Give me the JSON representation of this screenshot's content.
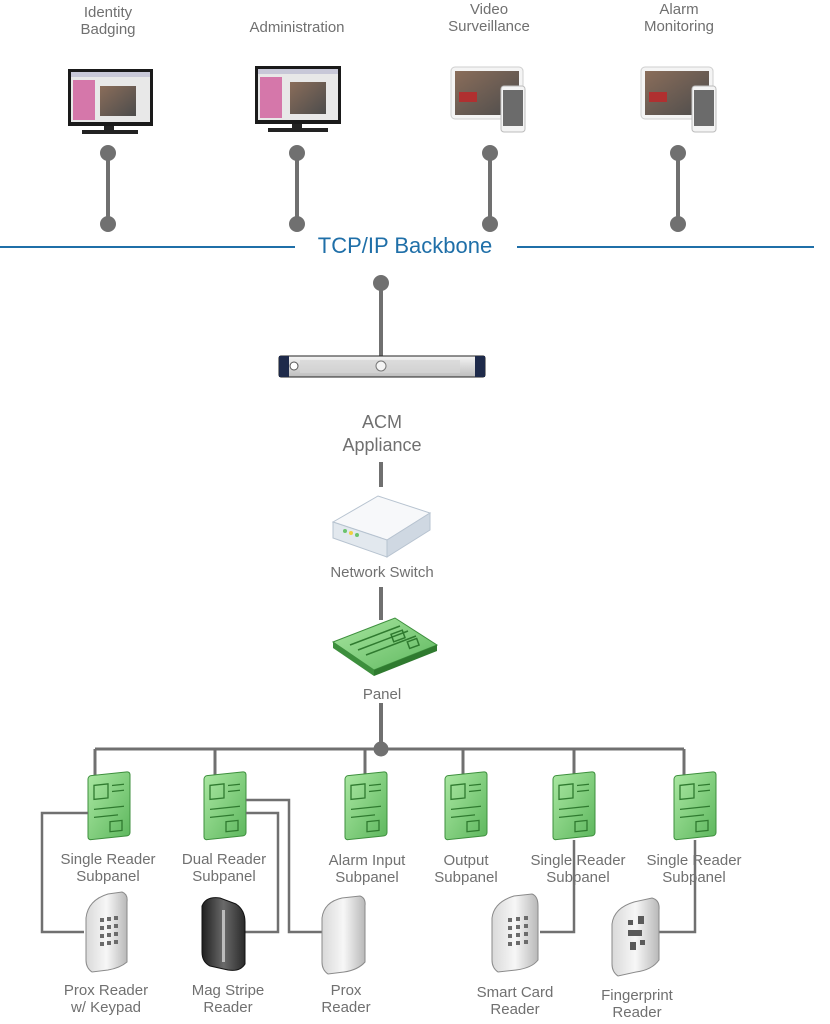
{
  "workstations": [
    {
      "line1": "Identity",
      "line2": "Badging",
      "device": "monitor"
    },
    {
      "line1": "Administration",
      "line2": "",
      "device": "monitor"
    },
    {
      "line1": "Video",
      "line2": "Surveillance",
      "device": "tablet"
    },
    {
      "line1": "Alarm",
      "line2": "Monitoring",
      "device": "tablet"
    }
  ],
  "backbone": {
    "label": "TCP/IP Backbone",
    "color": "#1f6fa8"
  },
  "appliance": {
    "line1": "ACM",
    "line2": "Appliance"
  },
  "switch": {
    "label": "Network Switch"
  },
  "panel": {
    "label": "Panel"
  },
  "subpanels": [
    {
      "line1": "Single Reader",
      "line2": "Subpanel"
    },
    {
      "line1": "Dual Reader",
      "line2": "Subpanel"
    },
    {
      "line1": "Alarm Input",
      "line2": "Subpanel"
    },
    {
      "line1": "Output",
      "line2": "Subpanel"
    },
    {
      "line1": "Single Reader",
      "line2": "Subpanel"
    },
    {
      "line1": "Single Reader",
      "line2": "Subpanel"
    }
  ],
  "readers": [
    {
      "line1": "Prox Reader",
      "line2": "w/ Keypad"
    },
    {
      "line1": "Mag Stripe",
      "line2": "Reader"
    },
    {
      "line1": "Prox",
      "line2": "Reader"
    },
    {
      "line1": "Smart Card",
      "line2": "Reader"
    },
    {
      "line1": "Fingerprint",
      "line2": "Reader"
    }
  ],
  "colors": {
    "connector": "#707070",
    "board": "#7fd07f",
    "board_dark": "#3d8f3d",
    "text": "#707070"
  }
}
